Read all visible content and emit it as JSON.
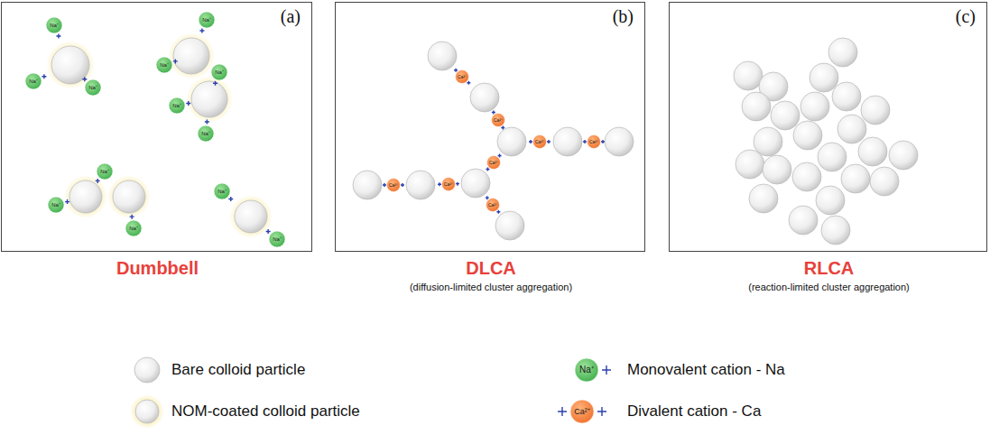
{
  "diagram": {
    "nodes": [
      {
        "text": [
          "(a)",
          "Dumbbell"
        ]
      },
      {
        "text": [
          "(b)",
          "DLCA",
          "(diffusion-limited cluster aggregation)"
        ]
      },
      {
        "text": [
          "(c)",
          "RLCA",
          "(reaction-limited cluster aggregation)"
        ]
      }
    ],
    "labels": [
      "Na⁺",
      "Na⁺",
      "Na⁺",
      "Na⁺",
      "Na⁺",
      "Na⁺",
      "Na⁺",
      "Na⁺",
      "Na⁺",
      "Na⁺",
      "Na⁺",
      "Na⁺",
      "Na⁺",
      "Ca²⁺",
      "Ca²⁺",
      "Ca²⁺",
      "Ca²⁺",
      "Ca²⁺",
      "Ca²⁺",
      "Ca²⁺",
      "Ca²⁺",
      "Na⁺",
      "Ca²⁺"
    ],
    "legend": [
      {
        "text": "Bare colloid particle"
      },
      {
        "text": "NOM-coated colloid particle"
      },
      {
        "text": "Monovalent cation - Na"
      },
      {
        "text": "Divalent cation - Ca"
      }
    ]
  }
}
